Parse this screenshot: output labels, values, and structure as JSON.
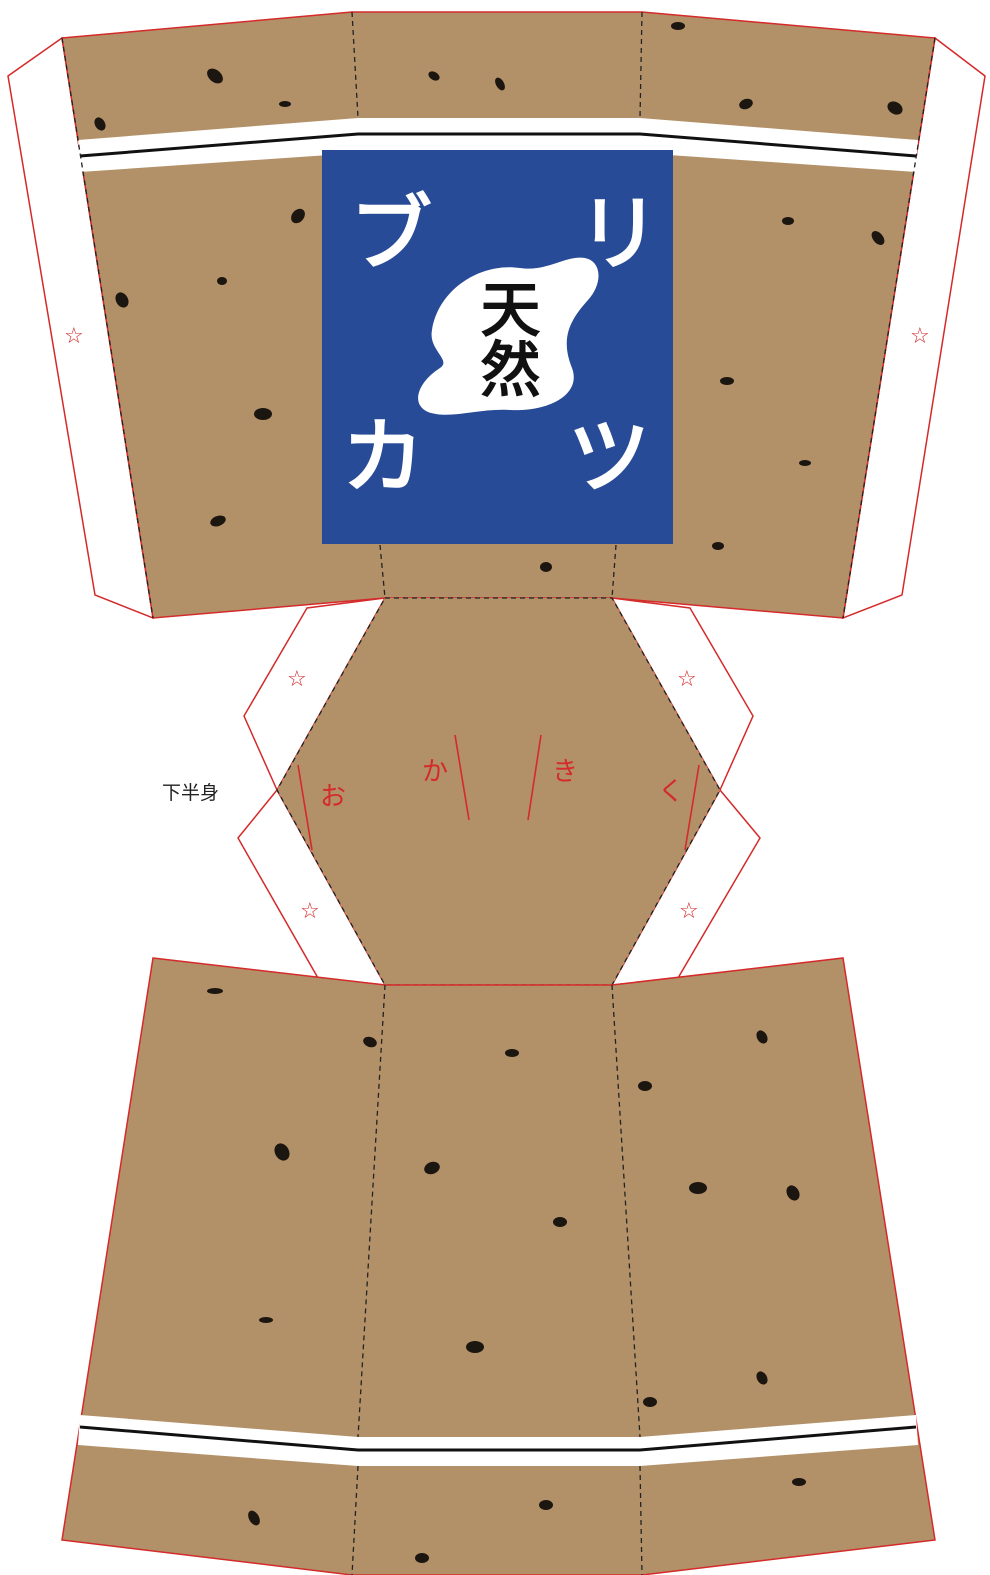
{
  "label_text": "天然",
  "brand_chars": [
    "ブ",
    "リ",
    "カ",
    "ツ"
  ],
  "side_label": "下半身",
  "fold_marks": [
    "お",
    "か",
    "き",
    "く"
  ],
  "star_symbol": "☆",
  "colors": {
    "cardboard": "#b39168",
    "cut_line": "#d42a2a",
    "fold_line": "#222222",
    "label_blue": "#284b98",
    "label_white": "#ffffff",
    "speck": "#1c1610"
  }
}
